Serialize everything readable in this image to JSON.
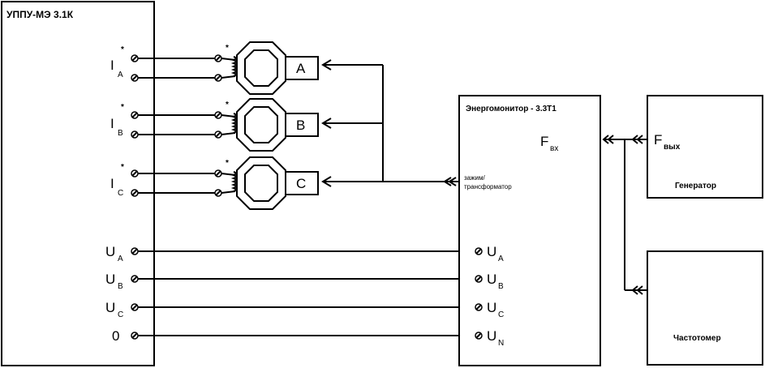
{
  "uppu": {
    "title": "УППУ-МЭ 3.1К",
    "current_terminals": [
      {
        "letter": "I",
        "sub": "A",
        "star": "*"
      },
      {
        "letter": "I",
        "sub": "B",
        "star": "*"
      },
      {
        "letter": "I",
        "sub": "C",
        "star": "*"
      }
    ],
    "voltage_terminals": [
      {
        "letter": "U",
        "sub": "A"
      },
      {
        "letter": "U",
        "sub": "B"
      },
      {
        "letter": "U",
        "sub": "C"
      },
      {
        "letter": "0",
        "sub": ""
      }
    ]
  },
  "transformers": [
    {
      "label": "A",
      "star": "*"
    },
    {
      "label": "B",
      "star": "*"
    },
    {
      "label": "C",
      "star": "*"
    }
  ],
  "energomonitor": {
    "title": "Энергомонитор - 3.3Т1",
    "fin_letter": "F",
    "fin_sub": "вх",
    "clamp_line1": "зажим/",
    "clamp_line2": "трансформатор",
    "voltage_terminals": [
      {
        "letter": "U",
        "sub": "A"
      },
      {
        "letter": "U",
        "sub": "B"
      },
      {
        "letter": "U",
        "sub": "C"
      },
      {
        "letter": "U",
        "sub": "N"
      }
    ]
  },
  "generator": {
    "label": "Генератор",
    "fout_letter": "F",
    "fout_sub": "вых"
  },
  "frequency_meter": {
    "label": "Частотомер"
  }
}
